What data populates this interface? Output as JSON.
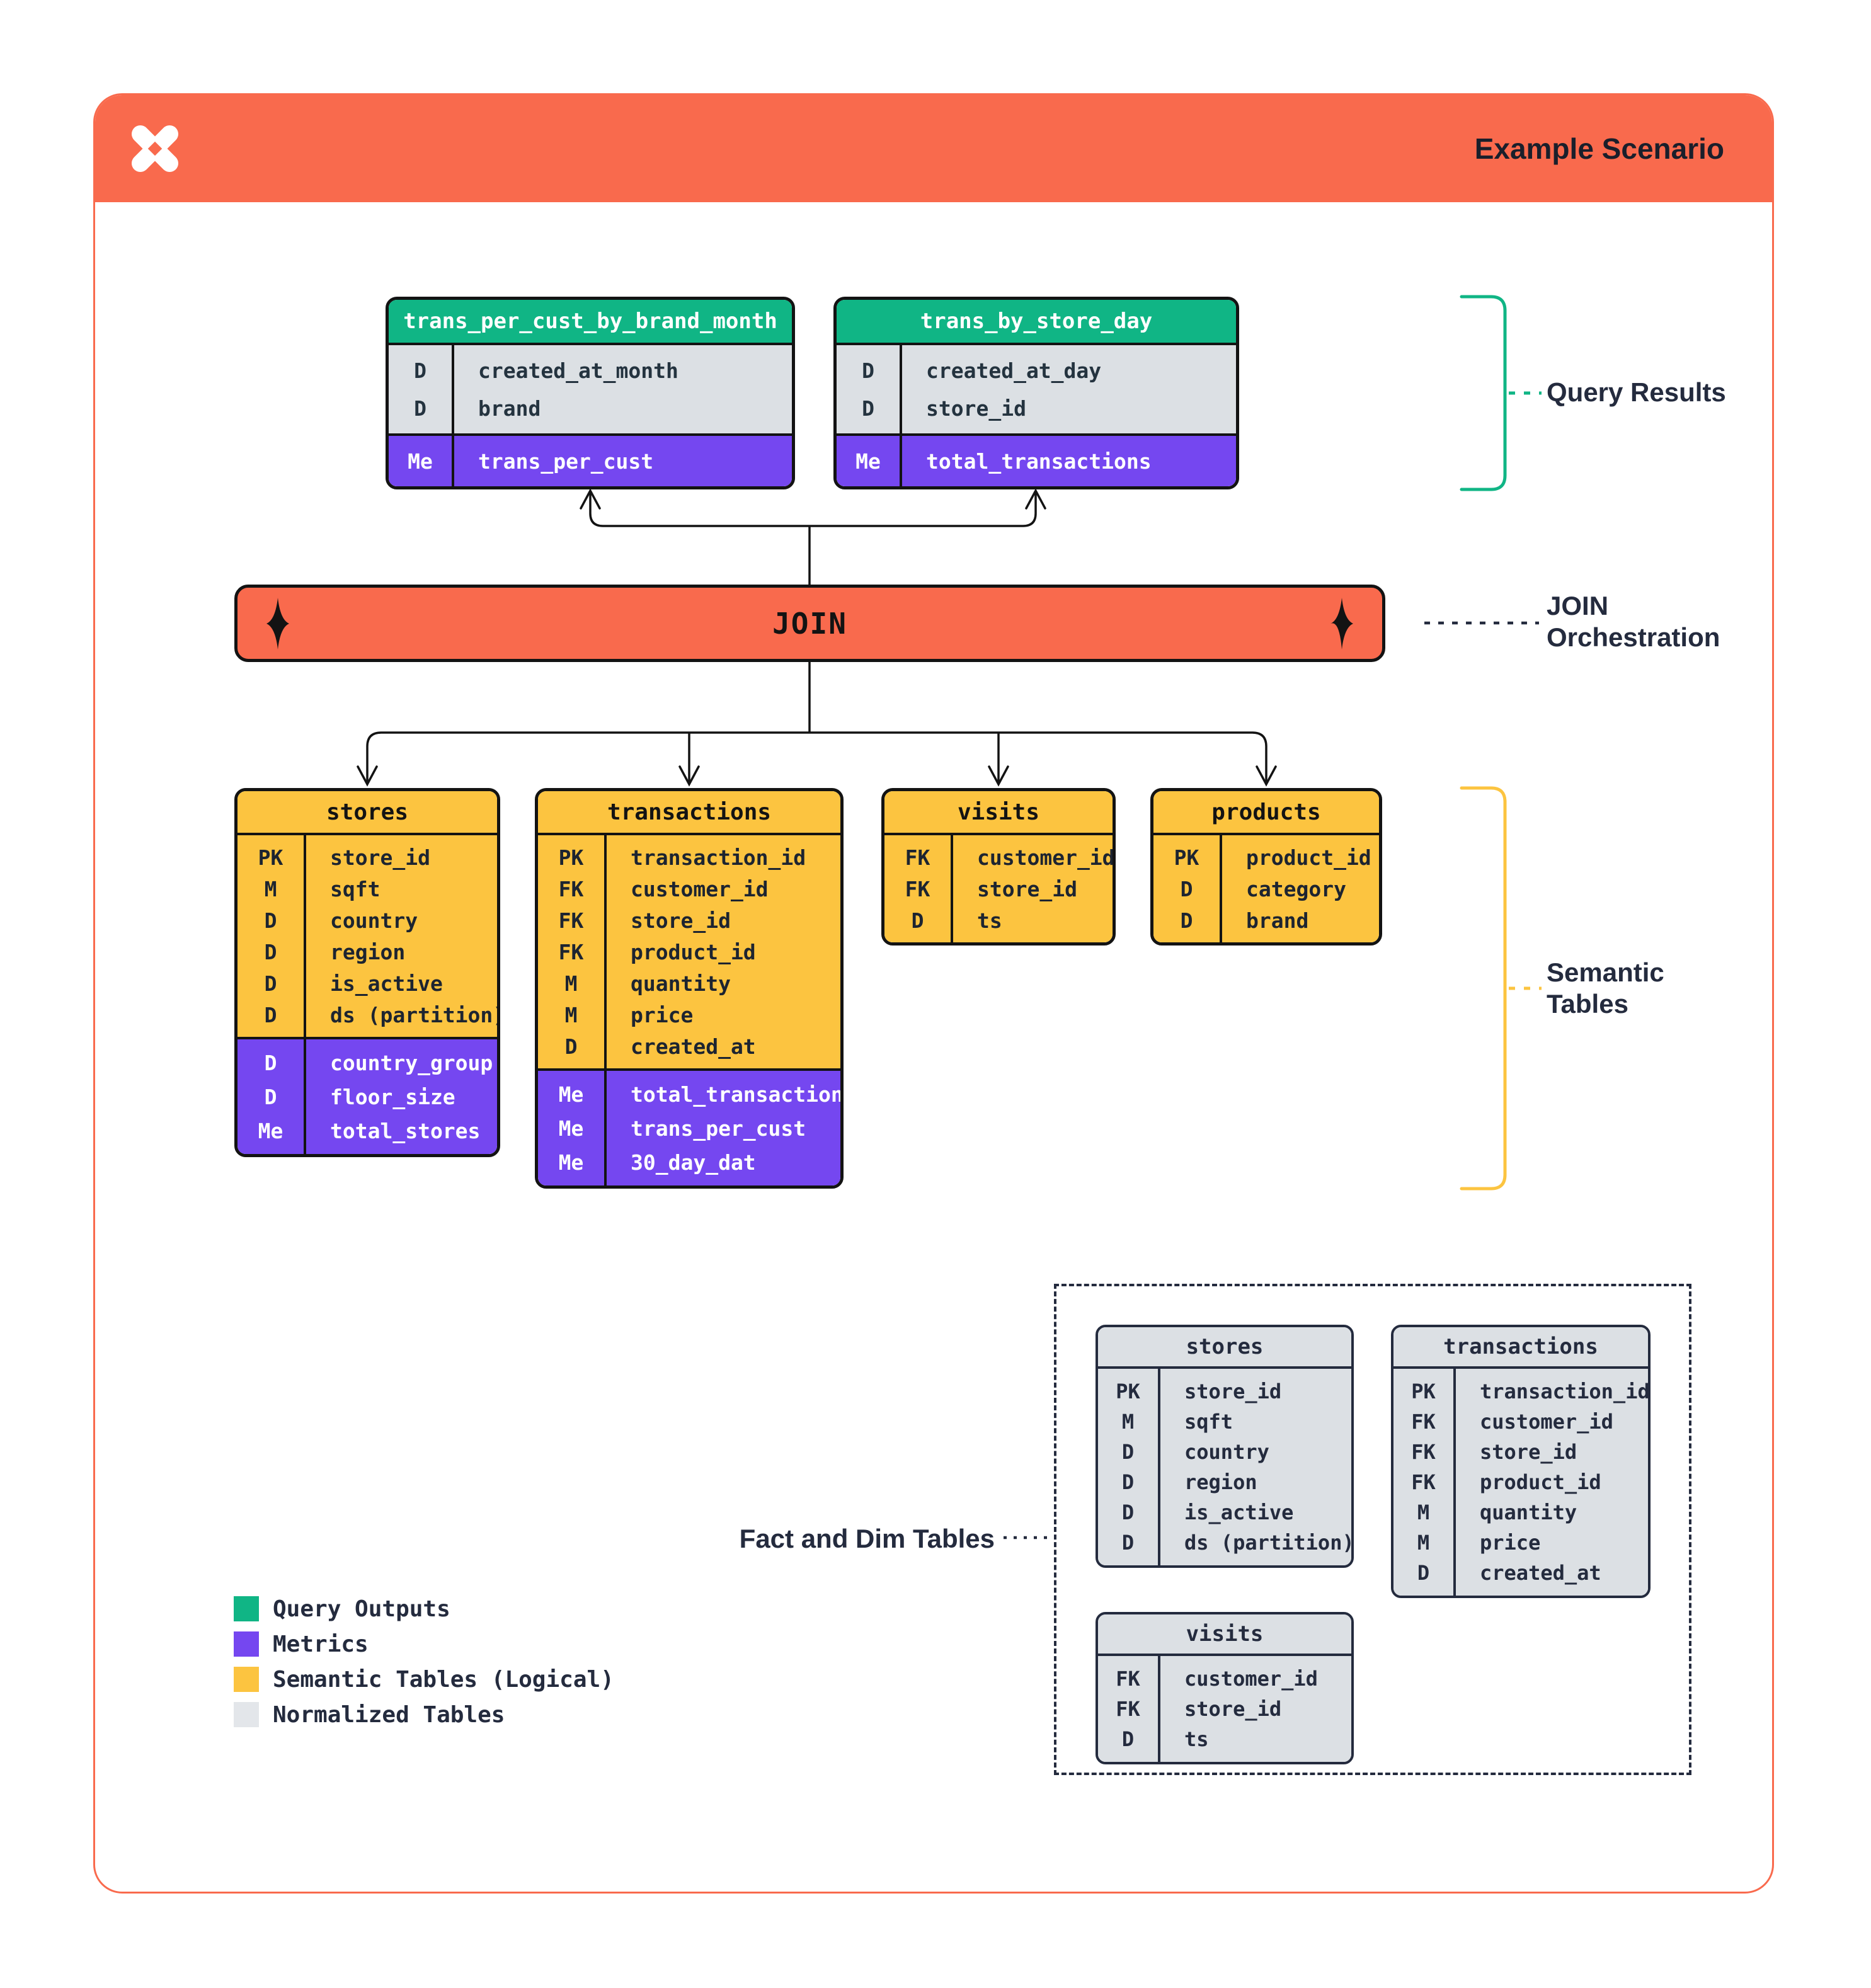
{
  "header": {
    "title": "Example Scenario"
  },
  "join": {
    "label": "JOIN",
    "annotation_line1": "JOIN",
    "annotation_line2": "Orchestration"
  },
  "query_results": {
    "label": "Query Results",
    "tables": [
      {
        "title": "trans_per_cust_by_brand_month",
        "rows": [
          {
            "k": "D",
            "n": "created_at_month",
            "s": "d"
          },
          {
            "k": "D",
            "n": "brand",
            "s": "d"
          },
          {
            "k": "Me",
            "n": "trans_per_cust",
            "s": "m"
          }
        ]
      },
      {
        "title": "trans_by_store_day",
        "rows": [
          {
            "k": "D",
            "n": "created_at_day",
            "s": "d"
          },
          {
            "k": "D",
            "n": "store_id",
            "s": "d"
          },
          {
            "k": "Me",
            "n": "total_transactions",
            "s": "m"
          }
        ]
      }
    ]
  },
  "semantic": {
    "label_line1": "Semantic",
    "label_line2": "Tables",
    "tables": [
      {
        "title": "stores",
        "rows": [
          {
            "k": "PK",
            "n": "store_id",
            "s": "d"
          },
          {
            "k": "M",
            "n": "sqft",
            "s": "d"
          },
          {
            "k": "D",
            "n": "country",
            "s": "d"
          },
          {
            "k": "D",
            "n": "region",
            "s": "d"
          },
          {
            "k": "D",
            "n": "is_active",
            "s": "d"
          },
          {
            "k": "D",
            "n": "ds (partition)",
            "s": "d"
          },
          {
            "k": "D",
            "n": "country_group",
            "s": "m"
          },
          {
            "k": "D",
            "n": "floor_size",
            "s": "m"
          },
          {
            "k": "Me",
            "n": "total_stores",
            "s": "m"
          }
        ]
      },
      {
        "title": "transactions",
        "rows": [
          {
            "k": "PK",
            "n": "transaction_id",
            "s": "d"
          },
          {
            "k": "FK",
            "n": "customer_id",
            "s": "d"
          },
          {
            "k": "FK",
            "n": "store_id",
            "s": "d"
          },
          {
            "k": "FK",
            "n": "product_id",
            "s": "d"
          },
          {
            "k": "M",
            "n": "quantity",
            "s": "d"
          },
          {
            "k": "M",
            "n": "price",
            "s": "d"
          },
          {
            "k": "D",
            "n": "created_at",
            "s": "d"
          },
          {
            "k": "Me",
            "n": "total_transactions",
            "s": "m"
          },
          {
            "k": "Me",
            "n": "trans_per_cust",
            "s": "m"
          },
          {
            "k": "Me",
            "n": "30_day_dat",
            "s": "m"
          }
        ]
      },
      {
        "title": "visits",
        "rows": [
          {
            "k": "FK",
            "n": "customer_id",
            "s": "d"
          },
          {
            "k": "FK",
            "n": "store_id",
            "s": "d"
          },
          {
            "k": "D",
            "n": "ts",
            "s": "d"
          }
        ]
      },
      {
        "title": "products",
        "rows": [
          {
            "k": "PK",
            "n": "product_id",
            "s": "d"
          },
          {
            "k": "D",
            "n": "category",
            "s": "d"
          },
          {
            "k": "D",
            "n": "brand",
            "s": "d"
          }
        ]
      }
    ]
  },
  "normalized": {
    "label": "Fact and Dim Tables",
    "tables": [
      {
        "title": "stores",
        "rows": [
          {
            "k": "PK",
            "n": "store_id",
            "s": "d"
          },
          {
            "k": "M",
            "n": "sqft",
            "s": "d"
          },
          {
            "k": "D",
            "n": "country",
            "s": "d"
          },
          {
            "k": "D",
            "n": "region",
            "s": "d"
          },
          {
            "k": "D",
            "n": "is_active",
            "s": "d"
          },
          {
            "k": "D",
            "n": "ds (partition)",
            "s": "d"
          }
        ]
      },
      {
        "title": "transactions",
        "rows": [
          {
            "k": "PK",
            "n": "transaction_id",
            "s": "d"
          },
          {
            "k": "FK",
            "n": "customer_id",
            "s": "d"
          },
          {
            "k": "FK",
            "n": "store_id",
            "s": "d"
          },
          {
            "k": "FK",
            "n": "product_id",
            "s": "d"
          },
          {
            "k": "M",
            "n": "quantity",
            "s": "d"
          },
          {
            "k": "M",
            "n": "price",
            "s": "d"
          },
          {
            "k": "D",
            "n": "created_at",
            "s": "d"
          }
        ]
      },
      {
        "title": "visits",
        "rows": [
          {
            "k": "FK",
            "n": "customer_id",
            "s": "d"
          },
          {
            "k": "FK",
            "n": "store_id",
            "s": "d"
          },
          {
            "k": "D",
            "n": "ts",
            "s": "d"
          }
        ]
      }
    ]
  },
  "legend": {
    "items": [
      {
        "label": "Query Outputs",
        "color": "#10B585"
      },
      {
        "label": "Metrics",
        "color": "#7547F0"
      },
      {
        "label": "Semantic Tables (Logical)",
        "color": "#FCC440"
      },
      {
        "label": "Normalized Tables",
        "color": "#E3E6EA"
      }
    ]
  },
  "colors": {
    "orange": "#F96A4D",
    "green": "#10B585",
    "purple": "#7547F0",
    "yellow": "#FCC440",
    "gray_row": "#DCE0E4",
    "navy": "#242B3E",
    "black": "#131313"
  }
}
